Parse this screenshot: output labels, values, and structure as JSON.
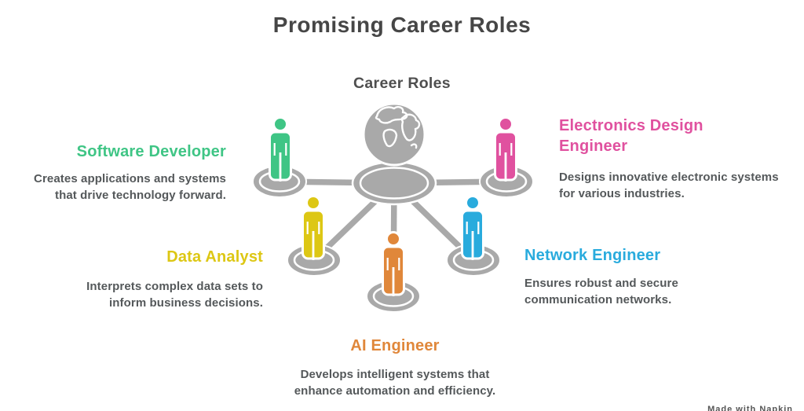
{
  "title": "Promising Career Roles",
  "center": {
    "label": "Career Roles"
  },
  "roles": [
    {
      "id": "software-developer",
      "name": "Software Developer",
      "description": "Creates applications and systems that drive technology forward.",
      "color": "#3fc585"
    },
    {
      "id": "electronics-design-engineer",
      "name": "Electronics Design Engineer",
      "description": "Designs innovative electronic systems for various industries.",
      "color": "#e0519f"
    },
    {
      "id": "data-analyst",
      "name": "Data Analyst",
      "description": "Interprets complex data sets to inform business decisions.",
      "color": "#ddc714"
    },
    {
      "id": "network-engineer",
      "name": "Network Engineer",
      "description": "Ensures robust and secure communication networks.",
      "color": "#29abdd"
    },
    {
      "id": "ai-engineer",
      "name": "AI Engineer",
      "description": "Develops intelligent systems that enhance automation and efficiency.",
      "color": "#e0873a"
    }
  ],
  "colors": {
    "structure": "#a9a9a9",
    "outline": "#ffffff",
    "title_text": "#464646",
    "subtitle_text": "#4f4f4f",
    "description_text": "#54585a"
  },
  "watermark": "Made with Napkin"
}
